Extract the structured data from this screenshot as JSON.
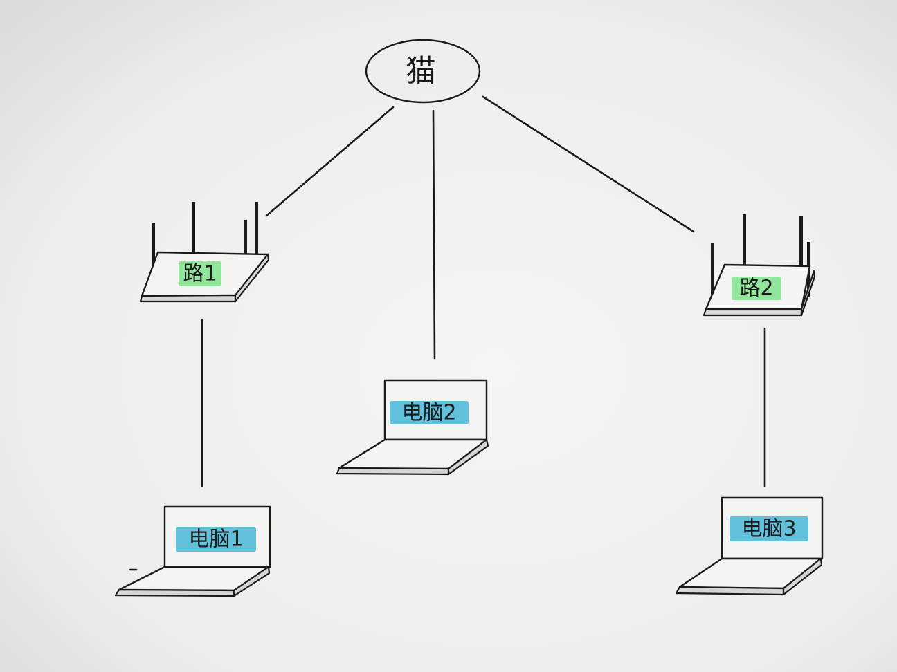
{
  "modem": {
    "label": "猫"
  },
  "routers": [
    {
      "label": "路1"
    },
    {
      "label": "路2"
    }
  ],
  "computers": [
    {
      "label": "电脑1"
    },
    {
      "label": "电脑2"
    },
    {
      "label": "电脑3"
    }
  ],
  "colors": {
    "ink": "#1a1a1a",
    "paper": "#efefed",
    "router_highlight": "#7fe38c",
    "computer_highlight": "#46b6d6"
  }
}
